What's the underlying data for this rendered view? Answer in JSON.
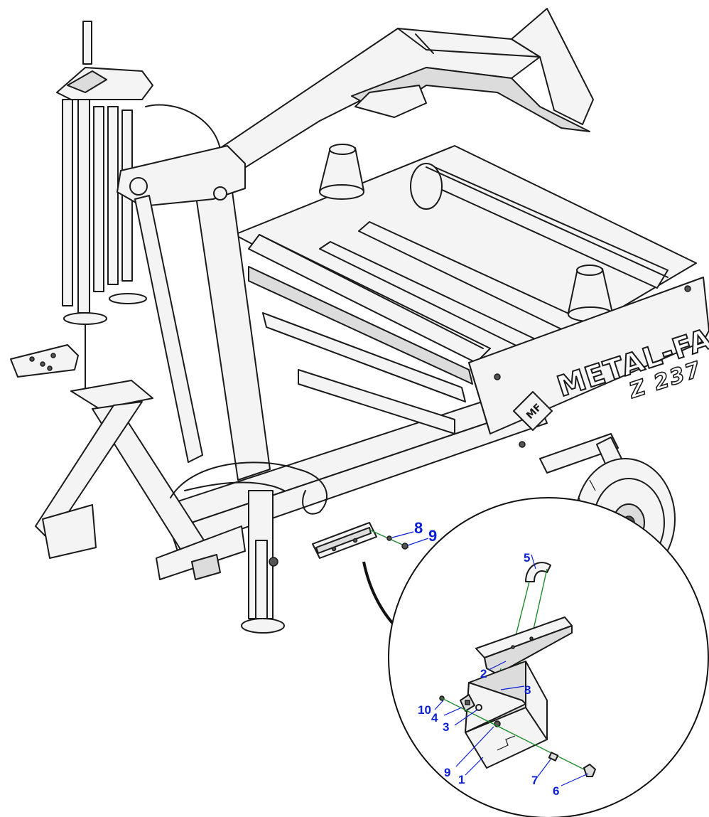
{
  "brand": {
    "name": "METAL-FACH",
    "model": "Z 237",
    "logo": "MF"
  },
  "callouts": {
    "main_8": "8",
    "main_9": "9",
    "d1": "1",
    "d2": "2",
    "d3": "3",
    "d4": "4",
    "d5": "5",
    "d6": "6",
    "d7": "7",
    "d8": "8",
    "d9": "9",
    "d10": "10"
  },
  "colors": {
    "callout": "#0a1fd6",
    "axis_line": "#1f8a2e",
    "outline": "#1a1a1a",
    "fill_light": "#f4f4f4",
    "fill_mid": "#dcdcdc"
  }
}
